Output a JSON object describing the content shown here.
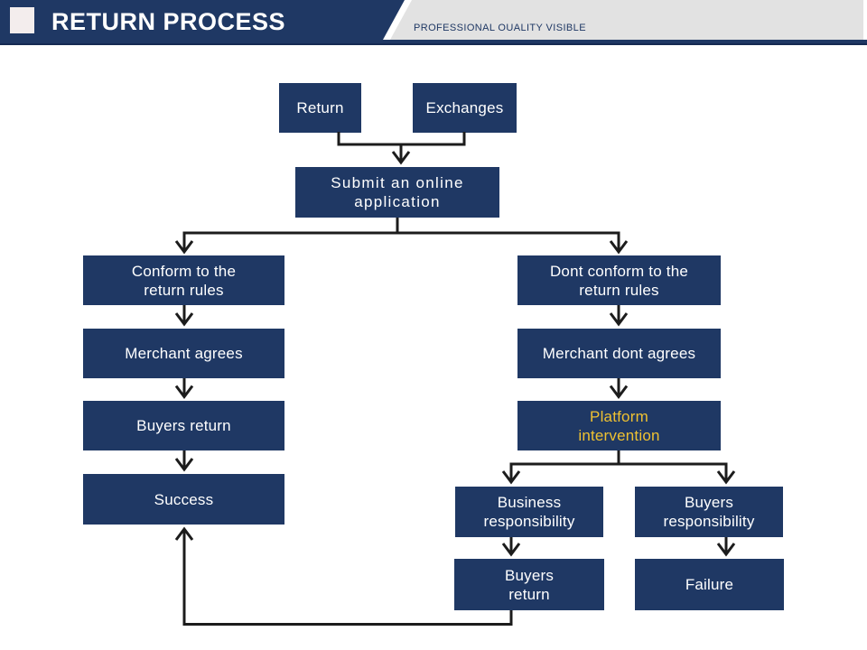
{
  "slide": {
    "header": {
      "title": "RETURN PROCESS",
      "tagline": "PROFESSIONAL OUALITY VISIBLE"
    },
    "colors": {
      "header_navy": "#1F3864",
      "node_navy": "#1F3864",
      "accent_gold": "#EFC131",
      "tagline_bg": "#E2E2E2",
      "logo_square": "#F3EDED",
      "connector_line": "#1C1C1C",
      "node_text": "#FFFFFF"
    },
    "flowchart": {
      "nodes": [
        {
          "id": "return",
          "label": "Return"
        },
        {
          "id": "exchanges",
          "label": "Exchanges"
        },
        {
          "id": "submit-application",
          "label": "Submit an online\napplication"
        },
        {
          "id": "conform-rules",
          "label": "Conform to the\nreturn rules"
        },
        {
          "id": "dont-conform-rules",
          "label": "Dont conform to the\nreturn rules"
        },
        {
          "id": "merchant-agrees",
          "label": "Merchant agrees"
        },
        {
          "id": "merchant-dont-agrees",
          "label": "Merchant dont agrees"
        },
        {
          "id": "buyers-return",
          "label": "Buyers return"
        },
        {
          "id": "platform-intervention",
          "label": "Platform\nintervention"
        },
        {
          "id": "success",
          "label": "Success"
        },
        {
          "id": "business-responsibility",
          "label": "Business\nresponsibility"
        },
        {
          "id": "buyers-responsibility",
          "label": "Buyers\nresponsibility"
        },
        {
          "id": "buyers-return-final",
          "label": "Buyers\nreturn"
        },
        {
          "id": "failure",
          "label": "Failure"
        }
      ]
    }
  }
}
